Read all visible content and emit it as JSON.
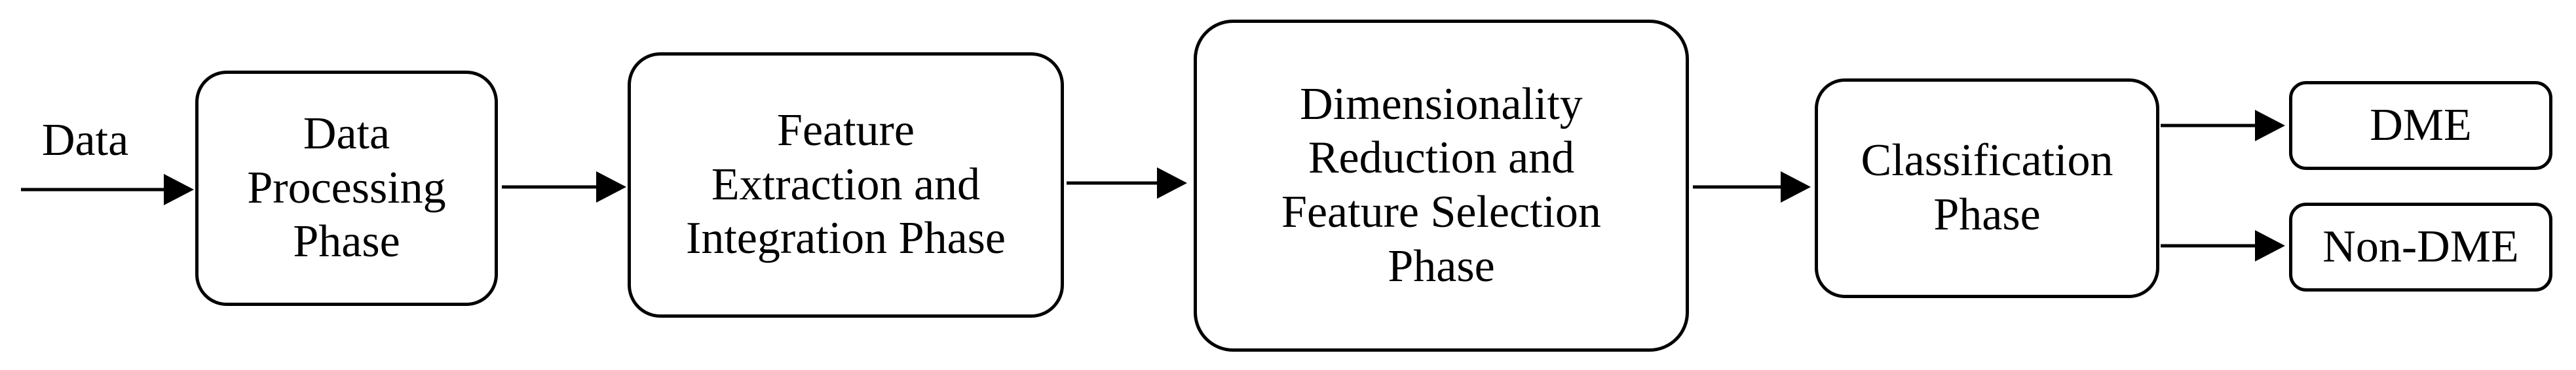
{
  "diagram": {
    "input_label": "Data",
    "nodes": {
      "data_processing": "Data\nProcessing\nPhase",
      "feature_extraction": "Feature\nExtraction and\nIntegration Phase",
      "dimensionality_reduction": "Dimensionality\nReduction and\nFeature Selection\nPhase",
      "classification": "Classification\nPhase",
      "dme": "DME",
      "non_dme": "Non-DME"
    },
    "colors": {
      "stroke": "#000000",
      "background": "#ffffff"
    }
  }
}
